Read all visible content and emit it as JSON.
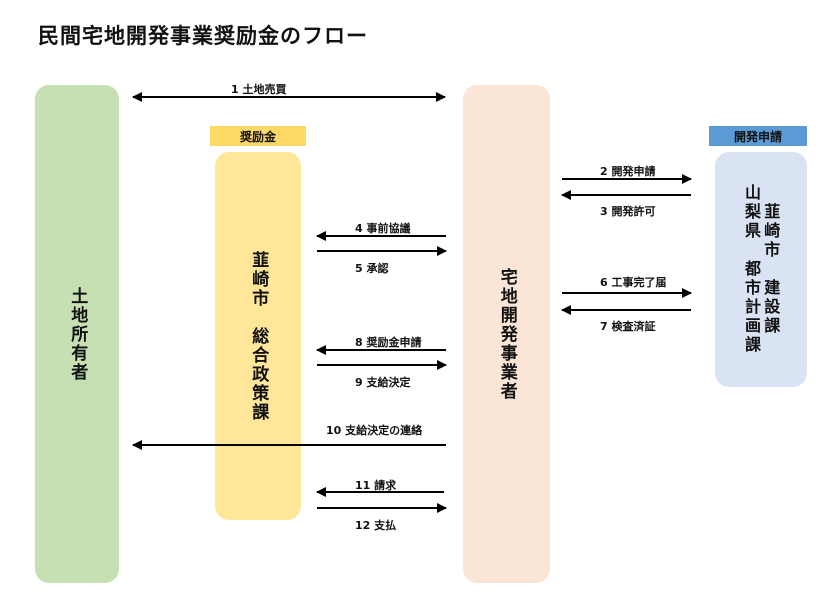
{
  "title": "民間宅地開発事業奨励金のフロー",
  "tags": {
    "subsidy": "奨励金",
    "development": "開発申請"
  },
  "actors": {
    "owner": "土地所有者",
    "city_policy": "韮崎市　総合政策課",
    "developer": "宅地開発事業者",
    "planning": "山梨県　都市計画課",
    "construction": "韮崎市　建設課"
  },
  "steps": {
    "s1": "1 土地売買",
    "s2": "2 開発申請",
    "s3": "3 開発許可",
    "s4": "4 事前協議",
    "s5": "5 承認",
    "s6": "6 工事完了届",
    "s7": "7 検査済証",
    "s8": "8 奨励金申請",
    "s9": "9 支給決定",
    "s10": "10 支給決定の連絡",
    "s11": "11 請求",
    "s12": "12 支払"
  }
}
